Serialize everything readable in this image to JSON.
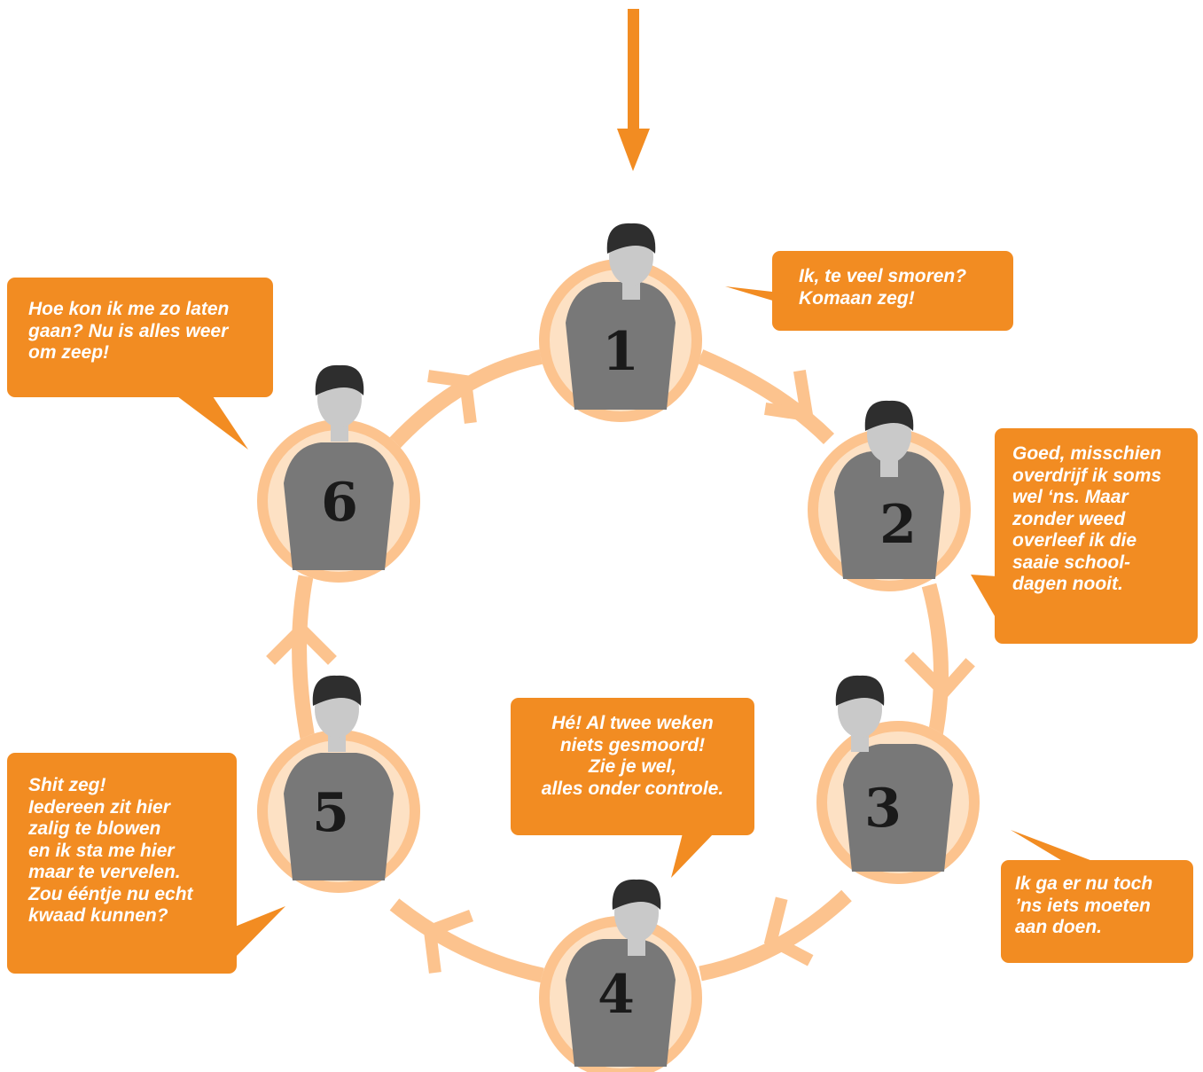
{
  "colors": {
    "ring": "#fcc38e",
    "ring_light": "#fde1c4",
    "bubble": "#f28c22",
    "entry_arrow": "#f28c22",
    "shirt": "#787878",
    "skin": "#c9c9c9",
    "hair": "#2e2e2e"
  },
  "stages": [
    {
      "number": "1",
      "text": "Ik, te veel smoren?\nKomaan zeg!"
    },
    {
      "number": "2",
      "text": "Goed, misschien\noverdrijf ik soms\nwel ‘ns. Maar\nzonder weed\noverleef ik die\nsaaie school-\ndagen nooit."
    },
    {
      "number": "3",
      "text": "Ik ga er nu toch\n’ns iets moeten\naan doen."
    },
    {
      "number": "4",
      "text": "Hé! Al twee weken\nniets gesmoord!\nZie je wel,\nalles onder controle."
    },
    {
      "number": "5",
      "text": "Shit zeg!\nIedereen zit hier\nzalig te blowen\nen ik sta me hier\nmaar te vervelen.\nZou ééntje nu echt\nkwaad kunnen?"
    },
    {
      "number": "6",
      "text": "Hoe kon ik me zo laten\ngaan? Nu is alles weer\nom zeep!"
    }
  ]
}
